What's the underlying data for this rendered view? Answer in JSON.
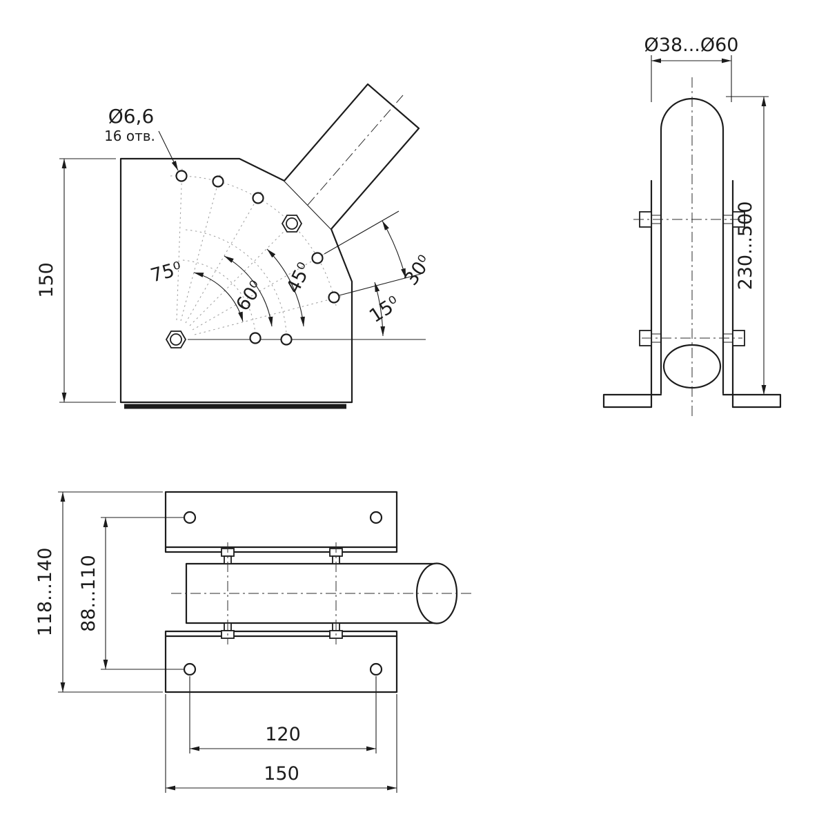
{
  "front_view": {
    "label_hole_diameter": "Ø6,6",
    "label_hole_count": "16 отв.",
    "dim_height": "150",
    "angles": {
      "a75": "75⁰",
      "a60": "60⁰",
      "a45": "45⁰",
      "a30": "30⁰",
      "a15": "15⁰"
    }
  },
  "side_view": {
    "dim_diameter_range": "Ø38...Ø60",
    "dim_length_range": "230...500"
  },
  "plan_view": {
    "dim_outer_span": "118...140",
    "dim_hole_span": "88...110",
    "dim_hole_pitch": "120",
    "dim_plate_width": "150"
  },
  "colors": {
    "line": "#1c1c1c",
    "background": "#ffffff"
  }
}
